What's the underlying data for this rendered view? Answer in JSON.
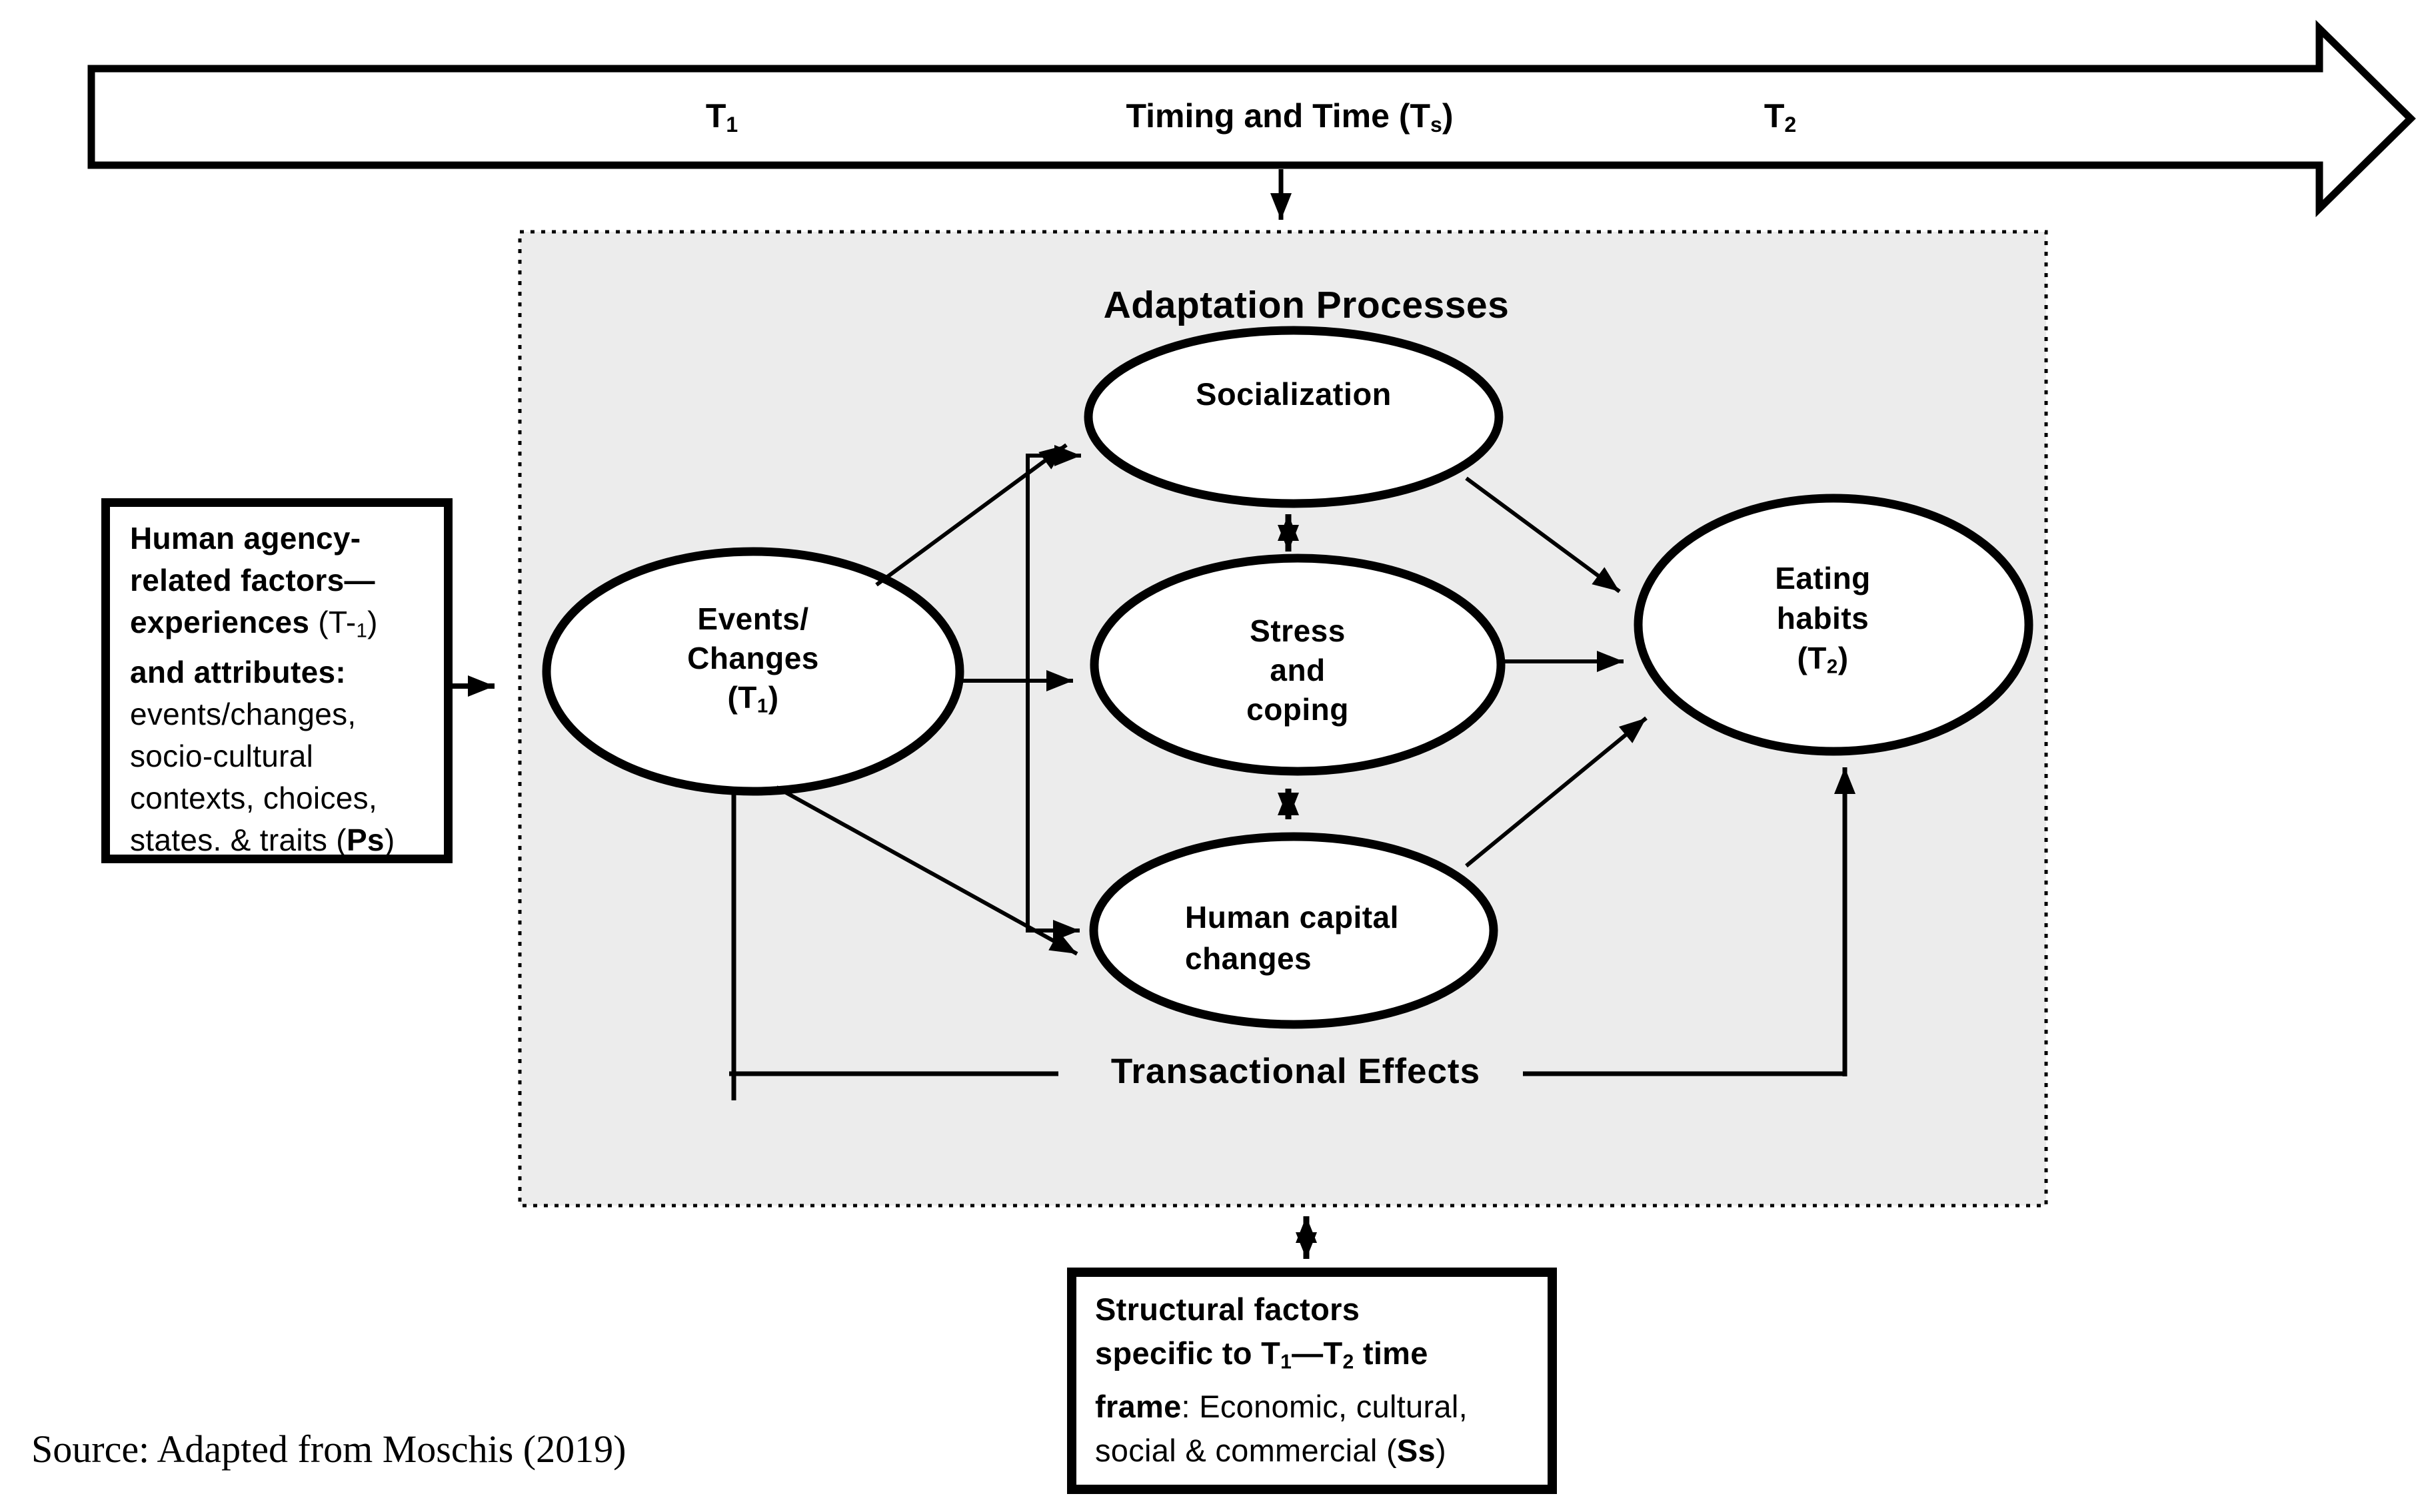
{
  "timeline": {
    "t1": {
      "base": "T",
      "sub": "1"
    },
    "title": {
      "base": "Timing and Time (T",
      "sub": "s",
      "close": ")"
    },
    "t2": {
      "base": "T",
      "sub": "2"
    }
  },
  "adaptation_title": "Adaptation Processes",
  "nodes": {
    "events": {
      "line1": "Events/",
      "line2": "Changes",
      "line3_open": "(T",
      "line3_sub": "1",
      "line3_close": ")"
    },
    "socialization": {
      "label": "Socialization"
    },
    "stress": {
      "line1": "Stress",
      "line2": "and",
      "line3": "coping"
    },
    "human_capital": {
      "line1": "Human capital",
      "line2": "changes"
    },
    "eating": {
      "line1": "Eating",
      "line2": "habits",
      "line3_open": "(T",
      "line3_sub": "2",
      "line3_close": ")"
    }
  },
  "agency_box": {
    "line1": "Human agency-",
    "line2": "related factors—",
    "line3_bold": "experiences ",
    "line3_open": "(T-",
    "line3_sub": "1",
    "line3_close": ")",
    "line4": "and attributes:",
    "line5": "events/changes,",
    "line6": "socio-cultural",
    "line7": "contexts, choices,",
    "line8_reg": "states. & traits (",
    "line8_bold": "Ps",
    "line8_close": ")"
  },
  "transactional_label": "Transactional Effects",
  "structural_box": {
    "line1": "Structural factors",
    "line2_a": "specific to T",
    "line2_sub1": "1",
    "line2_dash": "—",
    "line2_b": "T",
    "line2_sub2": "2",
    "line2_c": " time",
    "line3_bold": "frame",
    "line3_reg": ": Economic, cultural,",
    "line4_reg": "social & commercial (",
    "line4_bold": "Ss",
    "line4_close": ")"
  },
  "source_note": "Source: Adapted from Moschis (2019)",
  "colors": {
    "panel_fill": "#ececec",
    "line": "#000000",
    "node_fill": "#ffffff",
    "background": "#ffffff"
  }
}
